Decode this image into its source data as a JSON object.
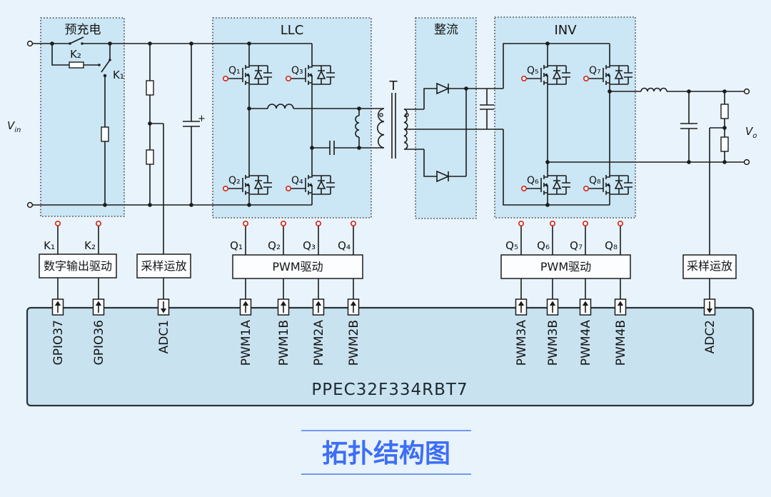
{
  "title": "拓扑结构图",
  "chip": {
    "part_number": "PPEC32F334RBT7"
  },
  "blocks": {
    "precharge": "预充电",
    "llc": "LLC",
    "rectifier": "整流",
    "inverter": "INV"
  },
  "driver_boxes": {
    "digital_output": "数字输出驱动",
    "sampling_opamp": "采样运放",
    "pwm_drive": "PWM驱动"
  },
  "labels": {
    "k1": "K₁",
    "k2": "K₂",
    "q1": "Q₁",
    "q2": "Q₂",
    "q3": "Q₃",
    "q4": "Q₄",
    "q5": "Q₅",
    "q6": "Q₆",
    "q7": "Q₇",
    "q8": "Q₈",
    "transformer": "T",
    "cap_plus": "+"
  },
  "io": {
    "vin_main": "V",
    "vin_sub": "in",
    "vo_main": "V",
    "vo_sub": "o"
  },
  "pins": [
    {
      "label": "GPIO37",
      "dir": "out"
    },
    {
      "label": "GPIO36",
      "dir": "out"
    },
    {
      "label": "ADC1",
      "dir": "in"
    },
    {
      "label": "PWM1A",
      "dir": "out"
    },
    {
      "label": "PWM1B",
      "dir": "out"
    },
    {
      "label": "PWM2A",
      "dir": "out"
    },
    {
      "label": "PWM2B",
      "dir": "out"
    },
    {
      "label": "PWM3A",
      "dir": "out"
    },
    {
      "label": "PWM3B",
      "dir": "out"
    },
    {
      "label": "PWM4A",
      "dir": "out"
    },
    {
      "label": "PWM4B",
      "dir": "out"
    },
    {
      "label": "ADC2",
      "dir": "in"
    }
  ],
  "colors": {
    "background": "#e8f3fb",
    "block_fill": "#cbe6f4",
    "chip_fill": "#c9e2f0",
    "chip_border": "#2b3238",
    "wire": "#1c1c1c",
    "gate_terminal_red": "#d42b20",
    "title_blue": "#3d6ef7"
  }
}
